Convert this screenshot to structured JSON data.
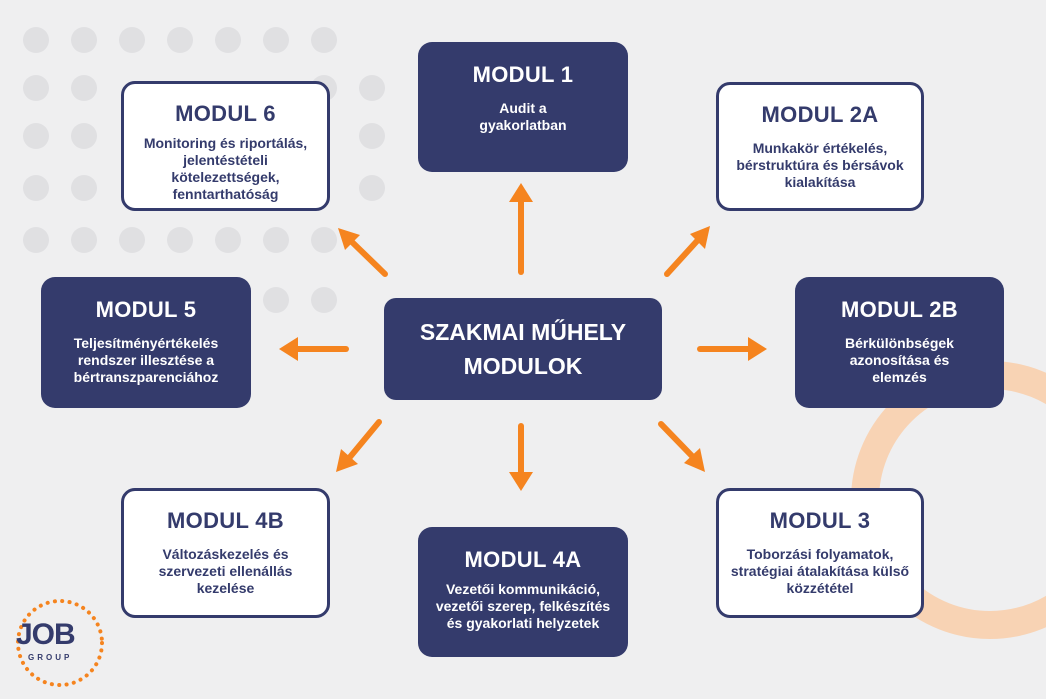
{
  "center": {
    "line1": "SZAKMAI MŰHELY",
    "line2": "MODULOK"
  },
  "modules": [
    {
      "id": "m1",
      "title": "MODUL 1",
      "desc": "Audit a gyakorlatban"
    },
    {
      "id": "m2a",
      "title": "MODUL 2A",
      "desc": "Munkakör értékelés, bérstruktúra és bérsávok kialakítása"
    },
    {
      "id": "m2b",
      "title": "MODUL 2B",
      "desc": "Bérkülönbségek azonosítása és elemzés"
    },
    {
      "id": "m3",
      "title": "MODUL 3",
      "desc": "Toborzási folyamatok, stratégiai átalakítása külső közzététel"
    },
    {
      "id": "m4a",
      "title": "MODUL 4A",
      "desc": "Vezetői kommunikáció, vezetői szerep, felkészítés és gyakorlati helyzetek"
    },
    {
      "id": "m4b",
      "title": "MODUL 4B",
      "desc": "Változáskezelés és szervezeti ellenállás kezelése"
    },
    {
      "id": "m5",
      "title": "MODUL 5",
      "desc": "Teljesítményértékelés rendszer illesztése a bértranszparenciához"
    },
    {
      "id": "m6",
      "title": "MODUL 6",
      "desc": "Monitoring és riportálás, jelentéstételi kötelezettségek, fenntarthatóság"
    }
  ],
  "logo": {
    "main": "JOB",
    "sub": "GROUP"
  },
  "colors": {
    "navy": "#343b6c",
    "orange": "#f5841f",
    "background": "#efeff0"
  }
}
